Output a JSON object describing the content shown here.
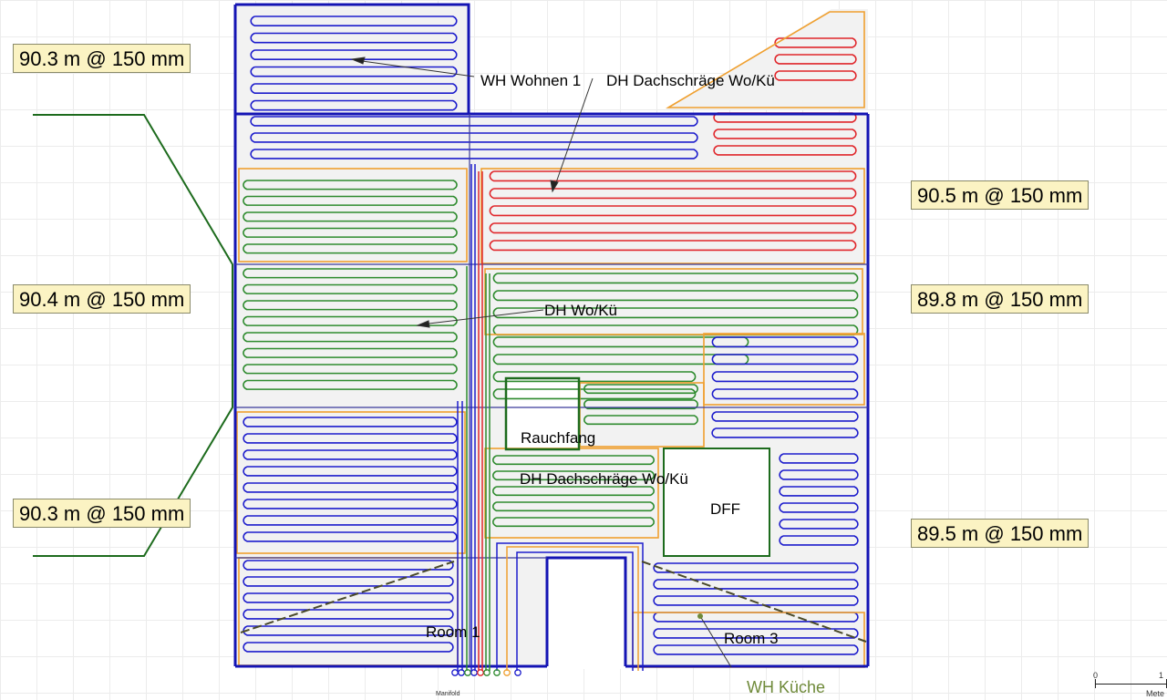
{
  "canvas": {
    "background": "#ffffff",
    "grid_color": "#ececec"
  },
  "colors": {
    "loop_blue": "#1c1ccc",
    "loop_red": "#e0262b",
    "loop_green": "#2e8b2e",
    "zone_outline": "#f0a030",
    "wall": "#1414b4",
    "leader_green": "#1d6b1d",
    "tag_fill": "#fbf3c3"
  },
  "tags": {
    "left_top": "90.3 m @ 150 mm",
    "left_mid": "90.4 m @ 150 mm",
    "left_bottom": "90.3 m @ 150 mm",
    "right_upper": "90.5 m @ 150 mm",
    "right_mid": "89.8 m @ 150 mm",
    "right_lower": "89.5 m @ 150 mm"
  },
  "labels": {
    "wh_wohnen": "WH Wohnen 1",
    "dh_dachschraege_top": "DH Dachschräge Wo/Kü",
    "dh_woku": "DH Wo/Kü",
    "rauchfang": "Rauchfang",
    "dh_dachschraege_mid": "DH Dachschräge Wo/Kü",
    "dff": "DFF",
    "room1": "Room 1",
    "room3": "Room 3",
    "wh_kueche": "WH Küche",
    "manifold": "Manifold"
  },
  "scale_bar": {
    "start": "0",
    "end": "1",
    "unit": "Mete"
  }
}
